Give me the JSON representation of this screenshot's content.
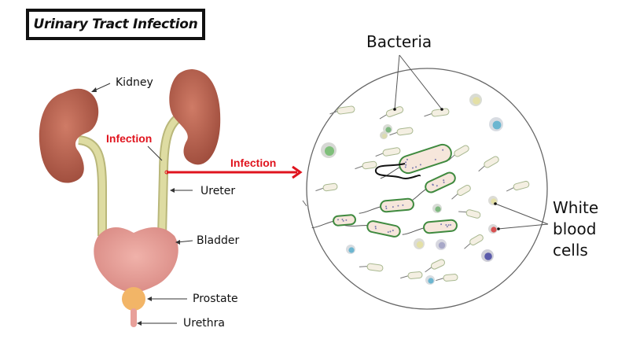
{
  "title": "Urinary Tract Infection",
  "anatomy_labels": {
    "kidney": "Kidney",
    "infection_site": "Infection",
    "ureter": "Ureter",
    "bladder": "Bladder",
    "prostate": "Prostate",
    "urethra": "Urethra"
  },
  "arrow_label": "Infection",
  "micro_labels": {
    "bacteria": "Bacteria",
    "wbc_line1": "White",
    "wbc_line2": "blood",
    "wbc_line3": "cells"
  },
  "colors": {
    "kidney": "#b8624f",
    "ureter": "#d8d69a",
    "bladder": "#e8a09a",
    "prostate": "#f2b567",
    "infection": "#e0141e",
    "bacteria_outline": "#3f8a3f",
    "bacteria_fill": "#f6e6db"
  }
}
